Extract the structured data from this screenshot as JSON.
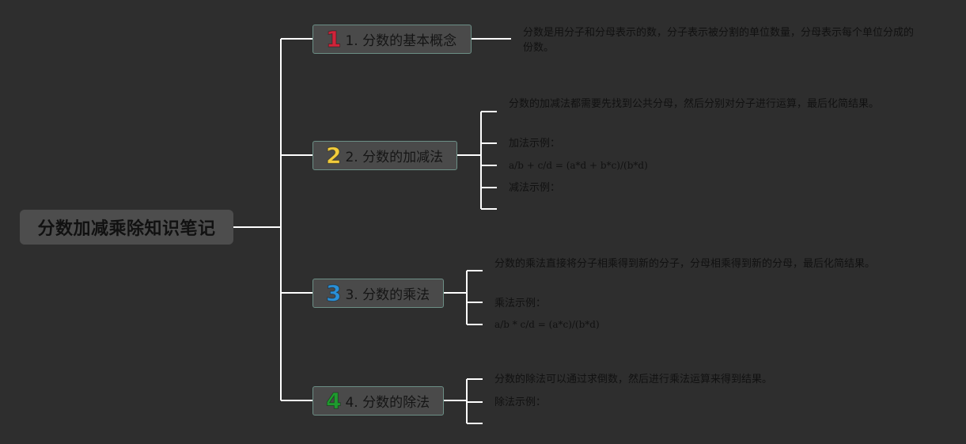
{
  "root": {
    "title": "分数加减乘除知识笔记"
  },
  "topics": [
    {
      "badge": "1",
      "badge_color": "#d0243a",
      "label": "1. 分数的基本概念",
      "details": [
        "分数是用分子和分母表示的数，分子表示被分割的单位数量，分母表示每个单位分成的份数。"
      ]
    },
    {
      "badge": "2",
      "badge_color": "#f2cc3c",
      "label": "2. 分数的加减法",
      "details": [
        "分数的加减法都需要先找到公共分母，然后分别对分子进行运算，最后化简结果。",
        "加法示例：",
        "a/b + c/d = (a*d + b*c)/(b*d)",
        "减法示例："
      ]
    },
    {
      "badge": "3",
      "badge_color": "#2a8fd6",
      "label": "3. 分数的乘法",
      "details": [
        "分数的乘法直接将分子相乘得到新的分子，分母相乘得到新的分母，最后化简结果。",
        "乘法示例：",
        "a/b * c/d = (a*c)/(b*d)"
      ]
    },
    {
      "badge": "4",
      "badge_color": "#1f9a2e",
      "label": "4. 分数的除法",
      "details": [
        "分数的除法可以通过求倒数，然后进行乘法运算来得到结果。",
        "除法示例："
      ]
    }
  ],
  "colors": {
    "background": "#2e2e2e",
    "connector": "#ffffff",
    "node_fill": "#4a4a4a",
    "node_border": "#6c8f86"
  }
}
